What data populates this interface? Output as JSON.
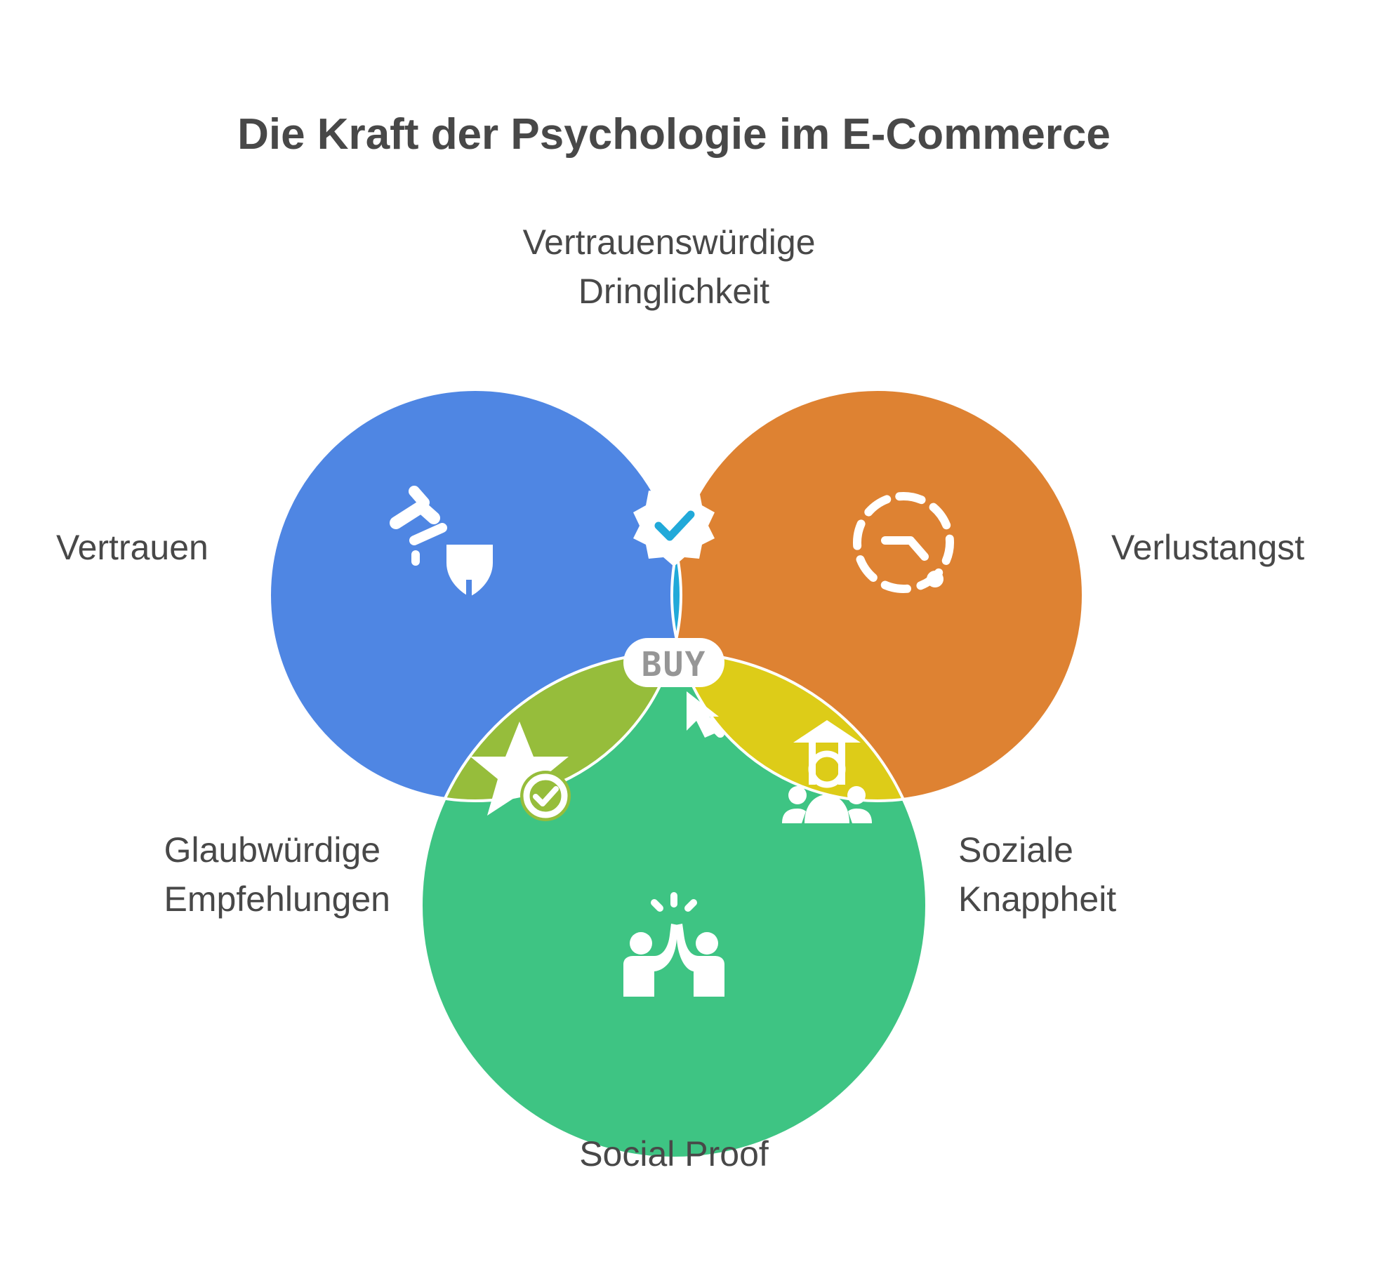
{
  "title": "Die Kraft der Psychologie im E-Commerce",
  "sets": [
    {
      "label": "Vertrauen",
      "color": "#4F86E3",
      "icon": "shield-hand-icon"
    },
    {
      "label": "Verlustangst",
      "color": "#DE8232",
      "icon": "dashed-clock-icon"
    },
    {
      "label": "Social Proof",
      "color": "#3EC483",
      "icon": "high-five-icon"
    }
  ],
  "intersections": [
    {
      "label_lines": [
        "Vertrauenswürdige",
        "Dringlichkeit"
      ],
      "color": "#21A9D9",
      "icon": "verified-badge-icon",
      "between": [
        "Vertrauen",
        "Verlustangst"
      ]
    },
    {
      "label_lines": [
        "Glaubwürdige",
        "Empfehlungen"
      ],
      "color": "#96BD3B",
      "icon": "star-check-icon",
      "between": [
        "Vertrauen",
        "Social Proof"
      ]
    },
    {
      "label_lines": [
        "Soziale",
        "Knappheit"
      ],
      "color": "#DDCC18",
      "icon": "rising-group-icon",
      "between": [
        "Verlustangst",
        "Social Proof"
      ]
    }
  ],
  "center": {
    "button_text": "BUY",
    "color": "#969696",
    "icon": "buy-cursor-icon"
  }
}
